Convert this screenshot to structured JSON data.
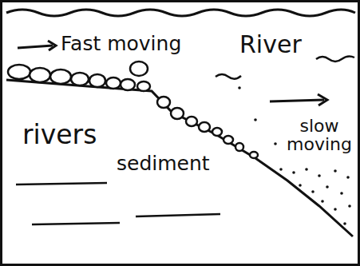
{
  "diagram": {
    "labels": [
      "Fast moving",
      "River",
      "rivers",
      "sediment",
      "slow moving"
    ]
  }
}
